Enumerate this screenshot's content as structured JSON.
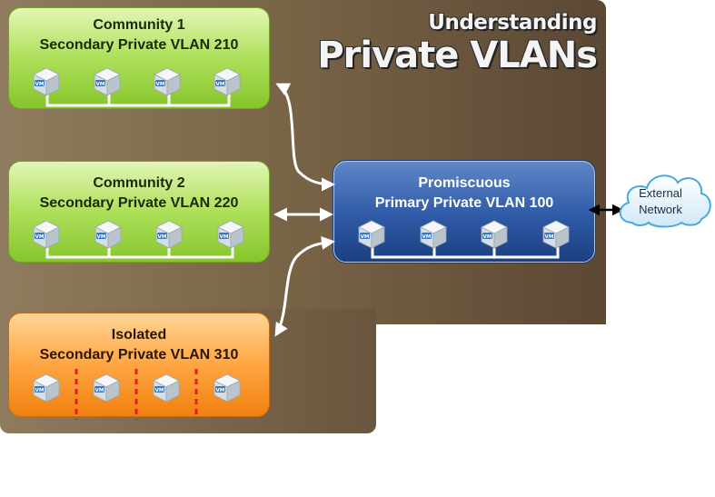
{
  "title": {
    "line1": "Understanding",
    "line2": "Private VLANs"
  },
  "boxes": {
    "community1": {
      "line1": "Community 1",
      "line2": "Secondary Private VLAN 210"
    },
    "community2": {
      "line1": "Community 2",
      "line2": "Secondary Private VLAN 220"
    },
    "isolated": {
      "line1": "Isolated",
      "line2": "Secondary Private VLAN 310"
    },
    "promiscuous": {
      "line1": "Promiscuous",
      "line2": "Primary Private VLAN 100"
    }
  },
  "cloud": {
    "line1": "External",
    "line2": "Network"
  },
  "vm_label": "VM",
  "colors": {
    "community": "#9fd64a",
    "isolated": "#ff9f3a",
    "promiscuous": "#2d58a3",
    "background": "#7a6548",
    "isolation_marker": "#e81d1d"
  }
}
